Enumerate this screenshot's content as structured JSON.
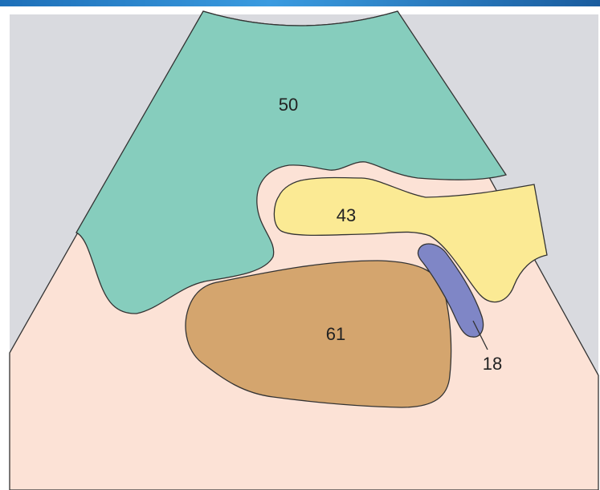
{
  "labels": {
    "region_50": "50",
    "region_43": "43",
    "region_61": "61",
    "region_18": "18"
  },
  "colors": {
    "background": "#d9dadf",
    "fan": "#fce2d6",
    "region_50": "#86cdbd",
    "region_43": "#fbea94",
    "region_61": "#d4a56e",
    "region_18": "#7f86c6",
    "outline": "#333333",
    "top_bar": "#2a86d0"
  }
}
